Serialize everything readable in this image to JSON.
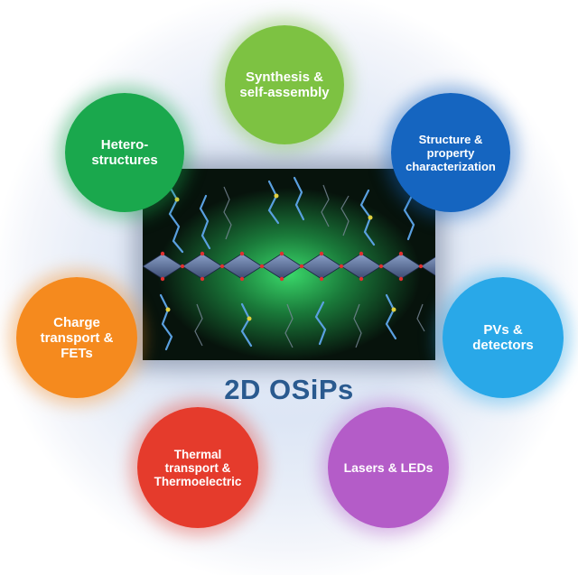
{
  "center": {
    "label": "2D OSiPs"
  },
  "topics": [
    {
      "id": "synthesis",
      "label": "Synthesis &\nself-assembly",
      "color": "#7dc242"
    },
    {
      "id": "structure",
      "label": "Structure &\nproperty\ncharacterization",
      "color": "#1565c0"
    },
    {
      "id": "pvs",
      "label": "PVs &\ndetectors",
      "color": "#29a8e8"
    },
    {
      "id": "lasers",
      "label": "Lasers & LEDs",
      "color": "#b45cc8"
    },
    {
      "id": "thermal",
      "label": "Thermal\ntransport &\nThermoelectric",
      "color": "#e53b2c"
    },
    {
      "id": "charge",
      "label": "Charge\ntransport &\nFETs",
      "color": "#f58a1e"
    },
    {
      "id": "hetero",
      "label": "Hetero-\nstructures",
      "color": "#1aa84d"
    }
  ]
}
